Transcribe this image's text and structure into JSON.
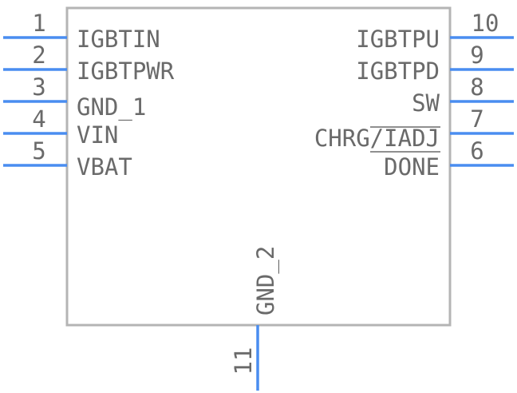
{
  "component": {
    "pins": [
      {
        "number": "1",
        "label": "IGBTIN",
        "side": "left"
      },
      {
        "number": "2",
        "label": "IGBTPWR",
        "side": "left"
      },
      {
        "number": "3",
        "label": "GND_1",
        "side": "left"
      },
      {
        "number": "4",
        "label": "VIN",
        "side": "left"
      },
      {
        "number": "5",
        "label": "VBAT",
        "side": "left"
      },
      {
        "number": "6",
        "label": "DONE",
        "side": "right",
        "overbar": true
      },
      {
        "number": "7",
        "label_prefix": "CHRG/",
        "label": "IADJ",
        "side": "right",
        "overbar": true
      },
      {
        "number": "8",
        "label": "SW",
        "side": "right"
      },
      {
        "number": "9",
        "label": "IGBTPD",
        "side": "right"
      },
      {
        "number": "10",
        "label": "IGBTPU",
        "side": "right"
      },
      {
        "number": "11",
        "label": "GND_2",
        "side": "bottom"
      }
    ]
  },
  "colors": {
    "pin": "#4a8df0",
    "outline": "#b4b4b4",
    "text": "#6a6a6a"
  }
}
